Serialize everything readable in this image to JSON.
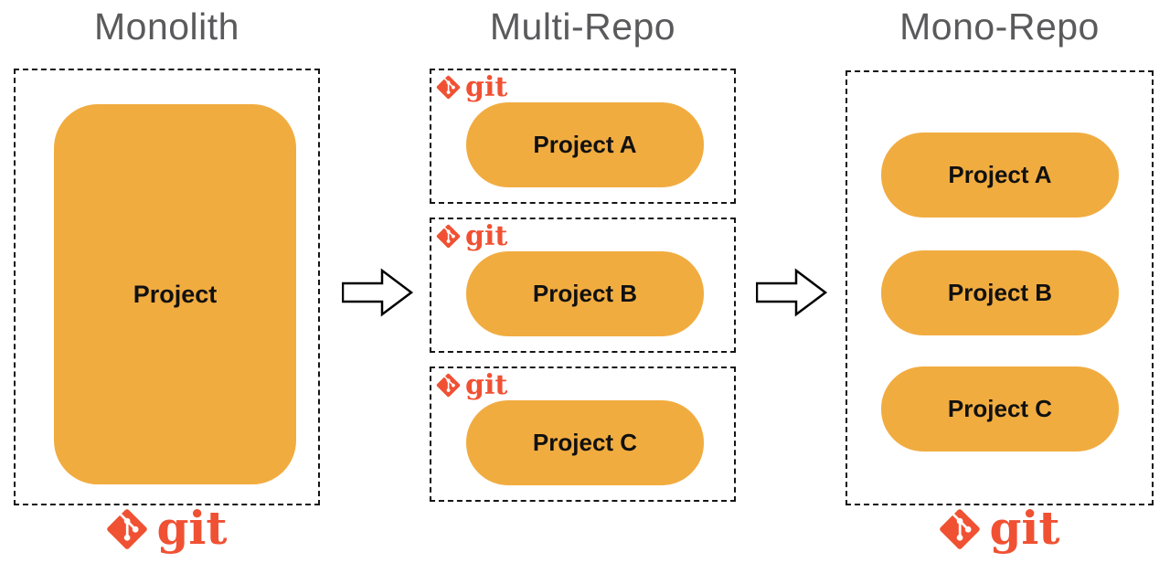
{
  "monolith": {
    "title": "Monolith",
    "project_label": "Project",
    "git_label": "git"
  },
  "multi_repo": {
    "title": "Multi-Repo",
    "repos": [
      {
        "git_label": "git",
        "project_label": "Project A"
      },
      {
        "git_label": "git",
        "project_label": "Project B"
      },
      {
        "git_label": "git",
        "project_label": "Project C"
      }
    ]
  },
  "mono_repo": {
    "title": "Mono-Repo",
    "projects": [
      {
        "label": "Project A"
      },
      {
        "label": "Project B"
      },
      {
        "label": "Project C"
      }
    ],
    "git_label": "git"
  },
  "icons": {
    "git": "git-diamond-branch-icon",
    "arrow": "arrow-right-outline-icon"
  },
  "colors": {
    "box_fill": "#F1AC40",
    "git_red": "#F05133",
    "title_color": "#5A5A5C",
    "border_color": "#151515",
    "label_color": "#111111"
  }
}
